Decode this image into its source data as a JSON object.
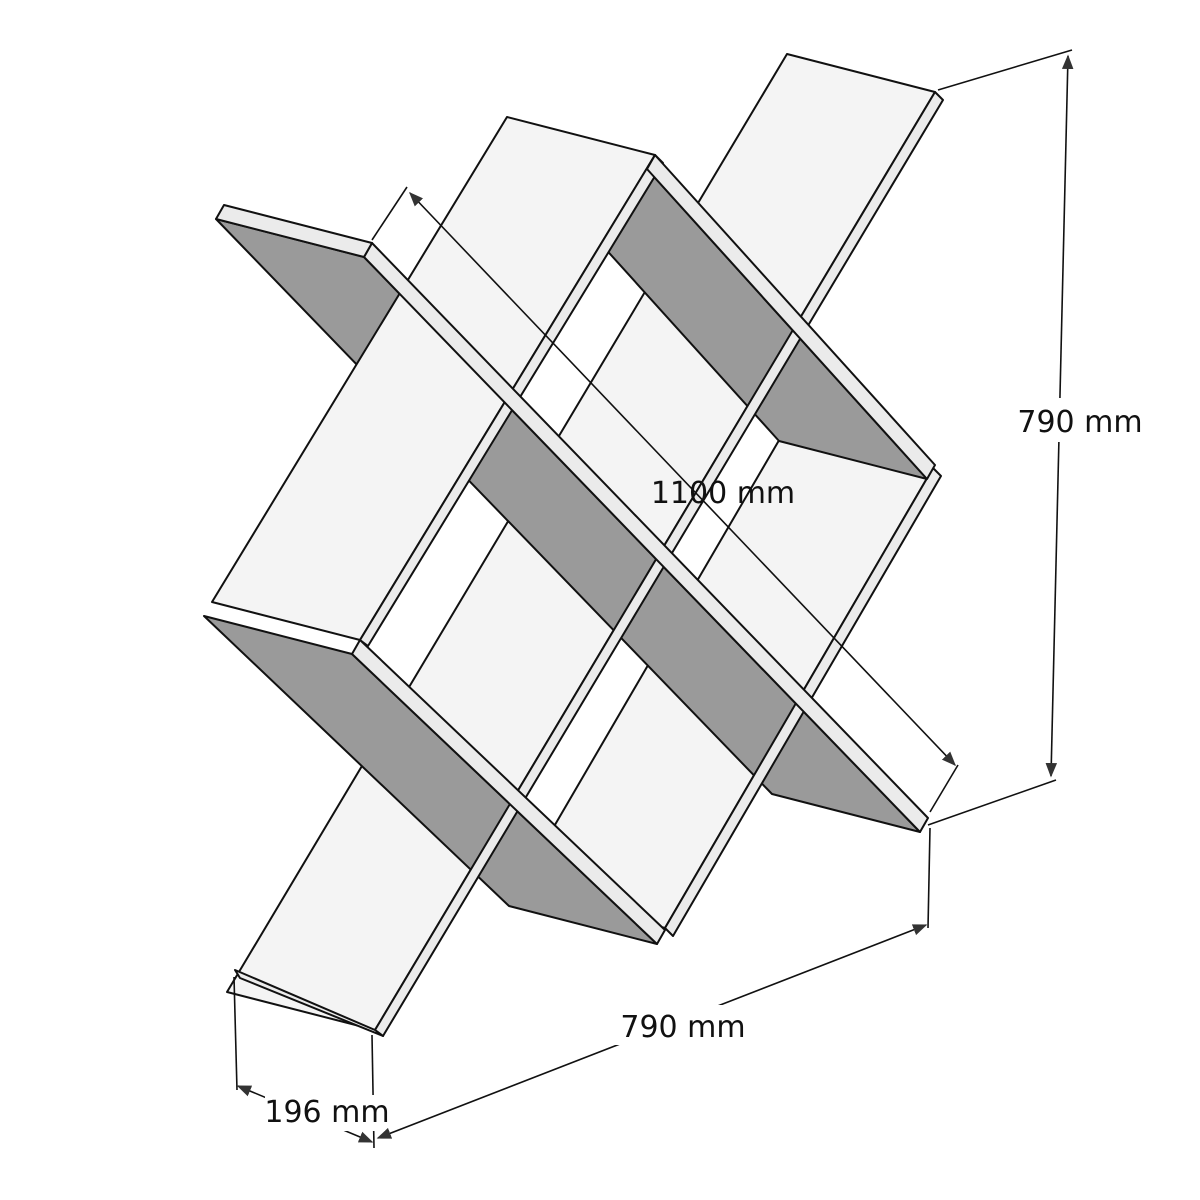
{
  "drawing": {
    "colors": {
      "panel_face": "#f4f4f4",
      "panel_edge": "#ebebeb",
      "panel_underside": "#9a9a9a",
      "lines": "#111111"
    },
    "dimensions": {
      "height": "790 mm",
      "diagonal_length": "1100 mm",
      "width": "790 mm",
      "depth": "196 mm"
    }
  }
}
